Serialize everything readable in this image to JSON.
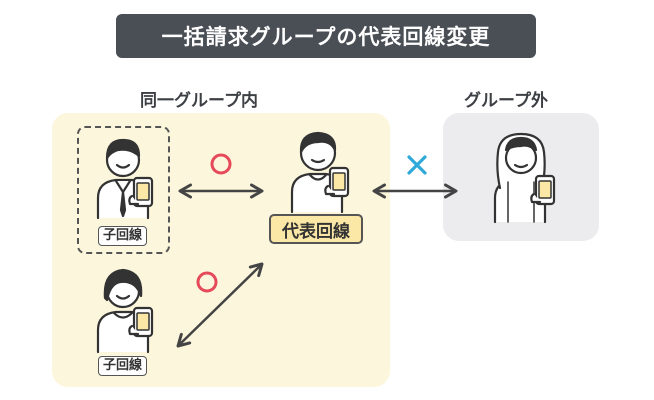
{
  "title": "一括請求グループの代表回線変更",
  "groups": {
    "inside": "同一グループ内",
    "outside": "グループ外"
  },
  "tags": {
    "child_top": "子回線",
    "child_bottom": "子回線",
    "representative": "代表回線"
  },
  "marks": {
    "ok_color": "#e64a5a",
    "ng_color": "#2fa9d9"
  },
  "colors": {
    "banner": "#4a4f56",
    "inside_panel": "#fcf6dc",
    "outside_panel": "#ececee",
    "representative_tag": "#fbe8a6"
  }
}
